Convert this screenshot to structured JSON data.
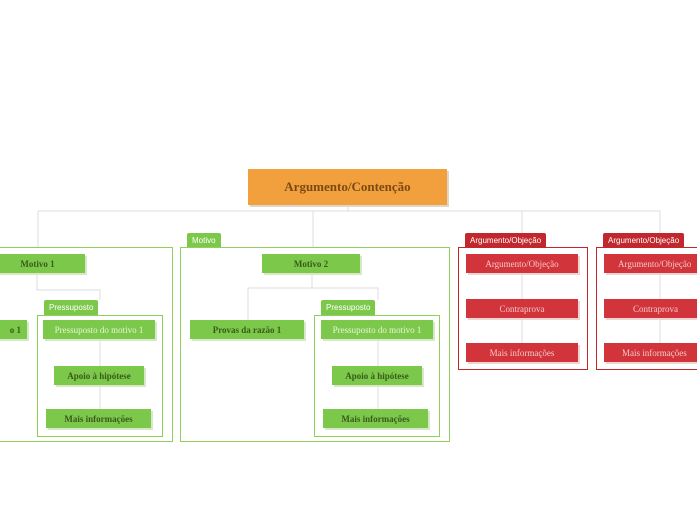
{
  "root": {
    "label": "Argumento/Contenção"
  },
  "colors": {
    "orange": "#f2a03d",
    "green": "#7cc84a",
    "red": "#c1272d"
  },
  "left_group": {
    "motive": "Motivo 1",
    "partial_node": "o 1",
    "pressuposto_tag": "Pressuposto",
    "pressuposto_items": [
      "Pressuposto do motivo 1",
      "Apoio à hipótese",
      "Mais informações"
    ]
  },
  "mid_group": {
    "tag": "Motivo",
    "motive": "Motivo 2",
    "evidence": "Provas da razão 1",
    "pressuposto_tag": "Pressuposto",
    "pressuposto_items": [
      "Pressuposto do motivo 1",
      "Apoio à hipótese",
      "Mais informações"
    ]
  },
  "objection_1": {
    "tag": "Argumento/Objeção",
    "items": [
      "Argumento/Objeção",
      "Contraprova",
      "Mais informações"
    ]
  },
  "objection_2": {
    "tag": "Argumento/Objeção",
    "items": [
      "Argumento/Objeção",
      "Contraprova",
      "Mais informações"
    ]
  }
}
